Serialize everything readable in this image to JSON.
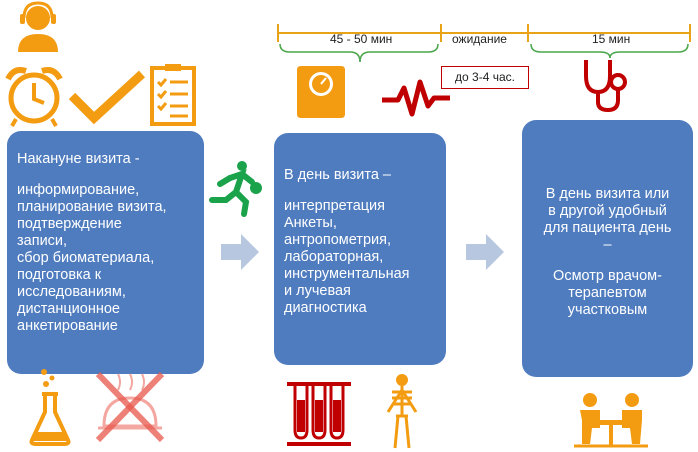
{
  "timeline": {
    "segment1": "45 - 50 мин",
    "segment2": "ожидание",
    "segment2_note": "до 3-4 час.",
    "segment3": "15 мин",
    "line_color": "#e8a317"
  },
  "stages": [
    {
      "title": "Накануне визита -",
      "body": "информирование,\nпланирование визита,\nподтверждение\nзаписи,\nсбор биоматериала,\nподготовка к\nисследованиям,\nдистанционное\nанкетирование"
    },
    {
      "title": "В день визита –",
      "body": "интерпретация\nАнкеты,\nантропометрия,\nлабораторная,\nинструментальная\nи лучевая\nдиагностика"
    },
    {
      "title": "В день визита или\nв другой удобный\nдля пациента день\n–",
      "body": "Осмотр врачом-\nтерапевтом\nучастковым"
    }
  ],
  "colors": {
    "box": "#4f7cbf",
    "icon_orange": "#f39c12",
    "icon_red": "#c00000",
    "runner_green": "#1aa34a",
    "arrow": "#b8c7e0"
  },
  "icons": [
    "operator-icon",
    "alarm-clock-icon",
    "checkmark-icon",
    "checklist-icon",
    "runner-icon",
    "scale-icon",
    "heartbeat-icon",
    "stethoscope-icon",
    "flask-icon",
    "crossed-food-icon",
    "test-tubes-icon",
    "skeleton-icon",
    "doctor-patient-icon"
  ]
}
